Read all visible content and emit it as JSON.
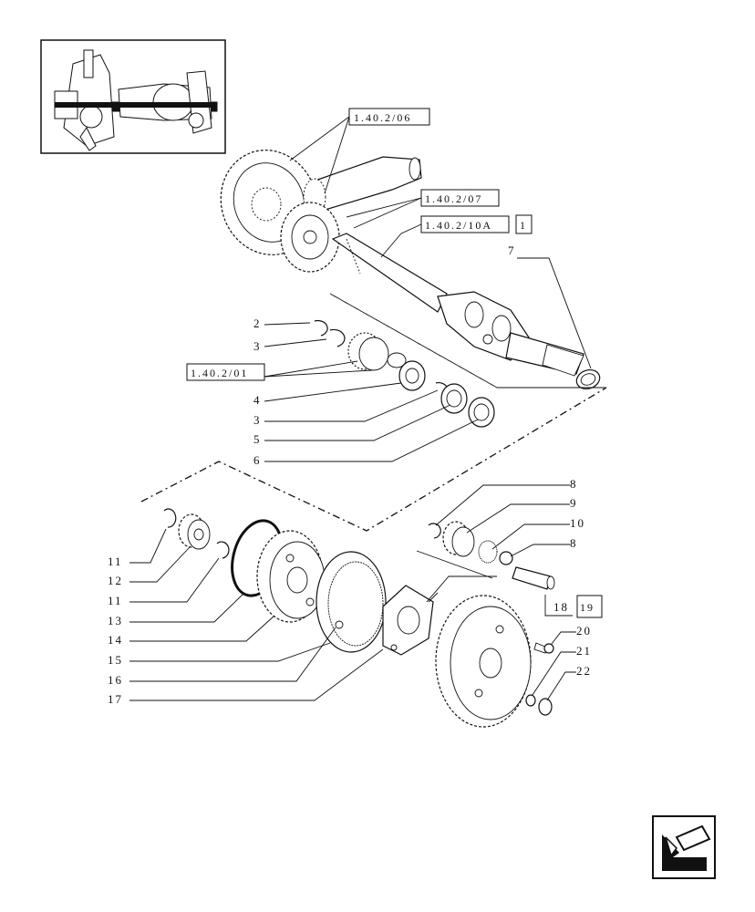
{
  "references": {
    "r1": "1.40.2/06",
    "r2": "1.40.2/07",
    "r3": "1.40.2/10A",
    "r3_badge": "1",
    "r4": "1.40.2/01",
    "r5_badge": "19"
  },
  "callouts": {
    "c2": "2",
    "c3a": "3",
    "c4": "4",
    "c3b": "3",
    "c5": "5",
    "c6": "6",
    "c7": "7",
    "c8a": "8",
    "c9": "9",
    "c10": "10",
    "c8b": "8",
    "c18": "18",
    "c11a": "11",
    "c12": "12",
    "c11b": "11",
    "c13": "13",
    "c14": "14",
    "c15": "15",
    "c16": "16",
    "c17": "17",
    "c20": "20",
    "c21": "21",
    "c22": "22"
  },
  "icons": {
    "nav": "next-page-arrow-icon",
    "thumb": "axle-assembly-thumbnail"
  }
}
